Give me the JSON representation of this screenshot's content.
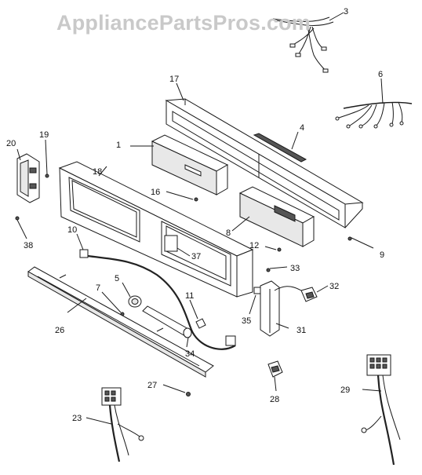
{
  "watermark": "AppliancePartsPros.com",
  "callouts": [
    "1",
    "3",
    "4",
    "5",
    "6",
    "7",
    "8",
    "9",
    "10",
    "11",
    "12",
    "16",
    "17",
    "18",
    "19",
    "20",
    "23",
    "26",
    "27",
    "28",
    "29",
    "31",
    "32",
    "33",
    "34",
    "35",
    "37",
    "38"
  ]
}
